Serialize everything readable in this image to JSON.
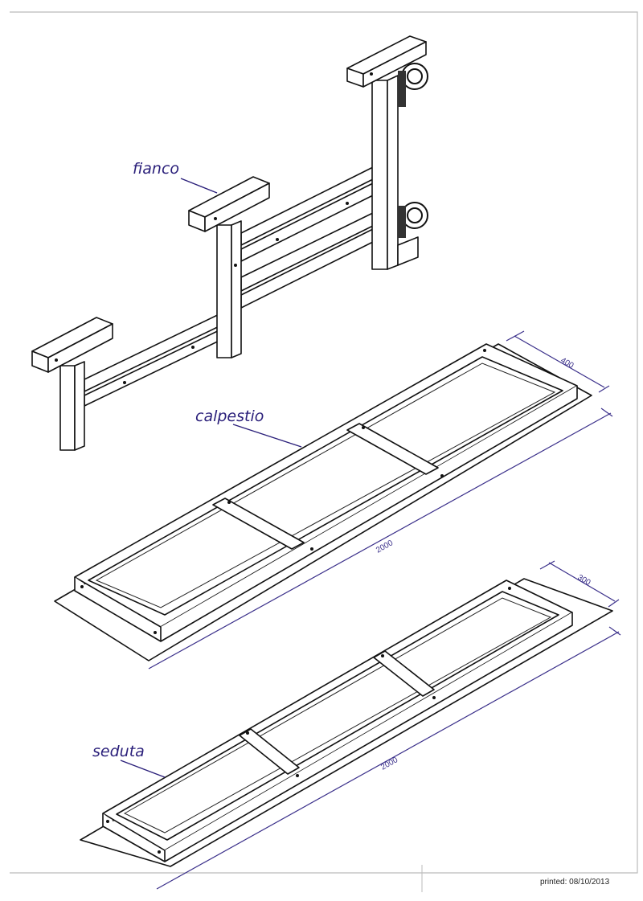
{
  "labels": {
    "fianco": "fianco",
    "calpestio": "calpestio",
    "seduta": "seduta"
  },
  "dimensions": {
    "calpestio_width": "400",
    "calpestio_length": "2000",
    "seduta_width": "300",
    "seduta_length": "2000"
  },
  "footer": {
    "printed": "printed: 08/10/2013"
  },
  "colors": {
    "annotation": "#2a1f7a",
    "lines": "#111111"
  }
}
